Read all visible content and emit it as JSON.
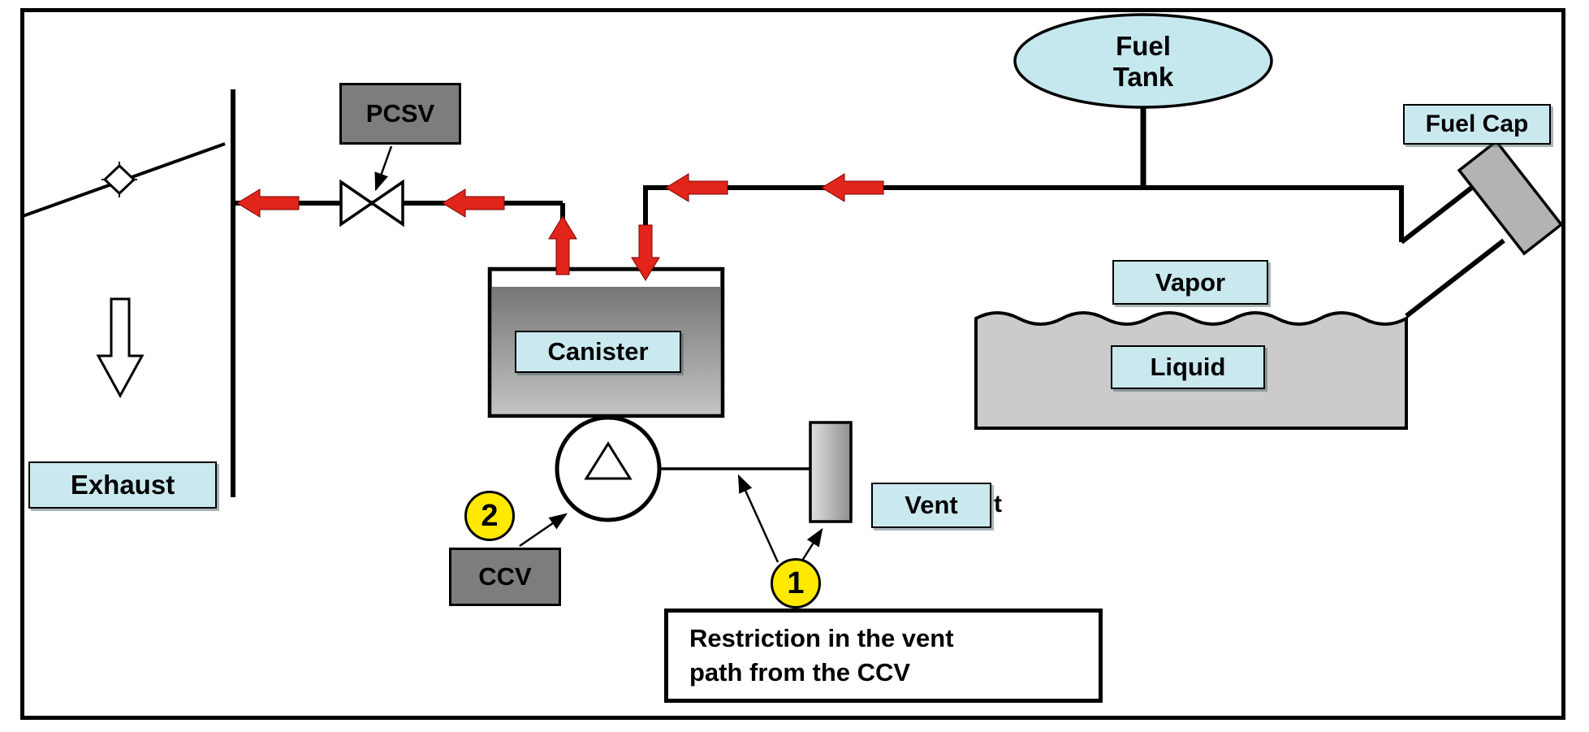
{
  "diagram": {
    "title": "EVAP system vent-path restriction diagram",
    "labels": {
      "fuel_tank": "Fuel\nTank",
      "fuel_cap": "Fuel Cap",
      "vapor": "Vapor",
      "liquid": "Liquid",
      "canister": "Canister",
      "pcsv": "PCSV",
      "ccv": "CCV",
      "vent": "Vent",
      "exhaust": "Exhaust",
      "marker_1": "1",
      "marker_2": "2",
      "restriction_note": "Restriction in the vent\npath from the CCV",
      "stray_text": "t"
    },
    "colors": {
      "label_bg": "#c9e9ef",
      "dark_box_bg": "#7d7d7d",
      "flow_arrow_red": "#e2251b",
      "marker_yellow": "#ffe900",
      "tank_fill": "#cbcbcb",
      "component_gray": "#b3b3b3",
      "line_black": "#000000"
    }
  }
}
